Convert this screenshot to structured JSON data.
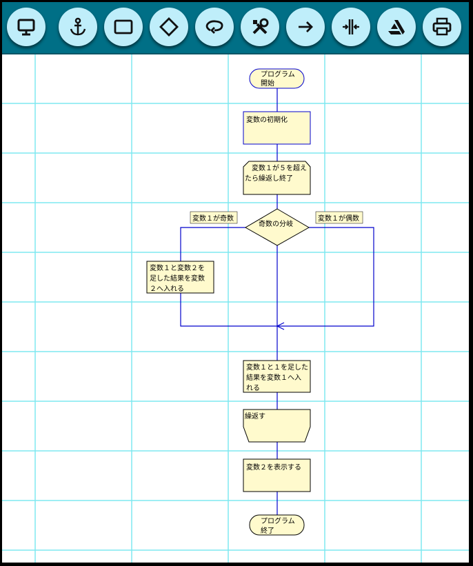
{
  "toolbar": {
    "buttons": [
      {
        "icon": "monitor-icon"
      },
      {
        "icon": "anchor-icon"
      },
      {
        "icon": "rectangle-icon"
      },
      {
        "icon": "diamond-icon"
      },
      {
        "icon": "loop-icon"
      },
      {
        "icon": "tools-icon"
      },
      {
        "icon": "arrow-right-icon"
      },
      {
        "icon": "split-icon"
      },
      {
        "icon": "artstation-icon"
      },
      {
        "icon": "print-icon"
      }
    ]
  },
  "colors": {
    "toolbar_bg": "#006f86",
    "button_bg": "#bfeefa",
    "grid_line": "#7fe8f0",
    "node_fill": "#fffacd",
    "connector": "#0000cc"
  },
  "flowchart": {
    "start": {
      "line1": "プログラム",
      "line2": "開始"
    },
    "init": {
      "text": "変数の初期化"
    },
    "loop_start": {
      "line1": "変数１が５を超え",
      "line2": "たら繰返し終了"
    },
    "branch": {
      "text": "奇数の分岐"
    },
    "branch_left_label": "変数１が奇数",
    "branch_right_label": "変数１が偶数",
    "add_process": {
      "line1": "変数１と変数２を",
      "line2": "足した結果を変数",
      "line3": "２へ入れる"
    },
    "increment": {
      "line1": "変数１と１を足した",
      "line2": "結果を変数１へ入",
      "line3": "れる"
    },
    "loop_end": {
      "text": "繰返す"
    },
    "display": {
      "text": "変数２を表示する"
    },
    "end": {
      "line1": "プログラム",
      "line2": "終了"
    }
  }
}
